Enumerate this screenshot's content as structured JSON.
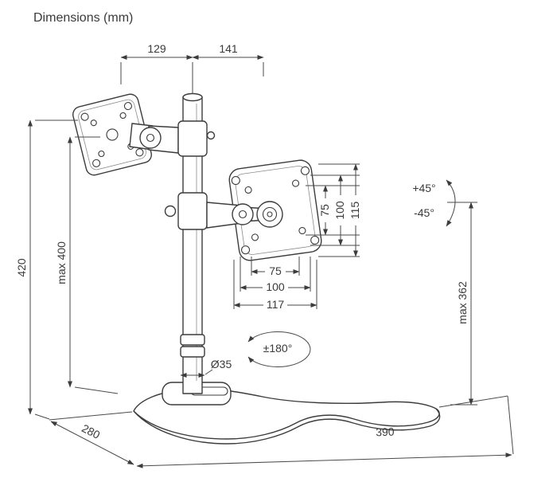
{
  "title": "Dimensions (mm)",
  "colors": {
    "line": "#3c3c3c",
    "text": "#3a3a3a",
    "background": "#ffffff"
  },
  "dims": {
    "top_left": "129",
    "top_right": "141",
    "overall_height": "420",
    "pole_max_height": "max 400",
    "right_max_height": "max 362",
    "tilt_up": "+45°",
    "tilt_down": "-45°",
    "vesa_vertical_75": "75",
    "vesa_vertical_100": "100",
    "vesa_vertical_115": "115",
    "vesa_horizontal_75": "75",
    "vesa_horizontal_100": "100",
    "vesa_horizontal_117": "117",
    "swivel_range": "±180°",
    "pole_diameter": "Ø35",
    "base_depth": "280",
    "base_width": "390"
  }
}
